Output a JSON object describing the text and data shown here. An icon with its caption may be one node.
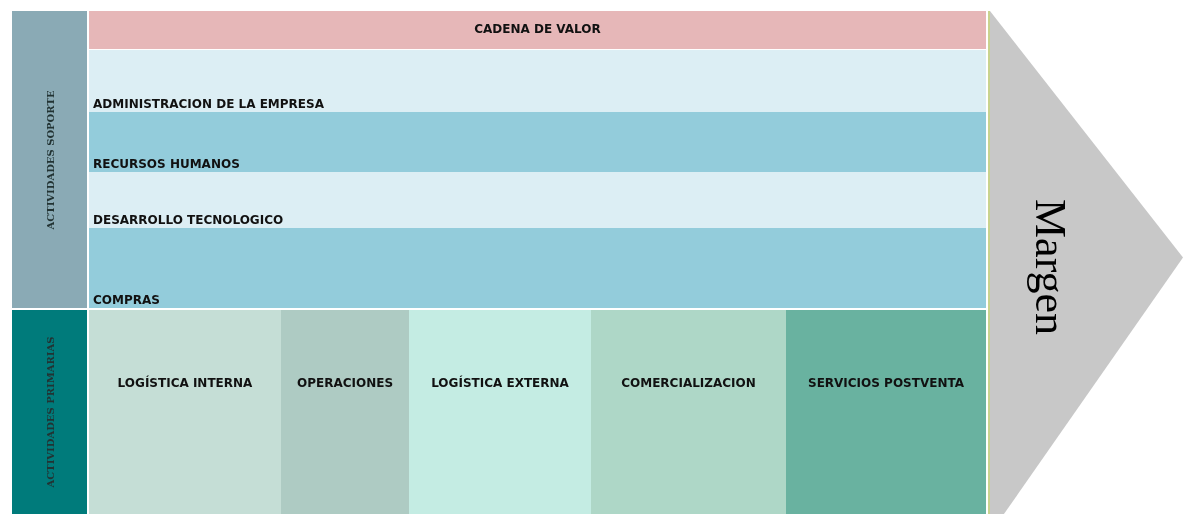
{
  "diagram": {
    "nodes": [
      {
        "text": [
          "ACTIVIDADES SOPORTE"
        ]
      },
      {
        "text": [
          "CADENA DE VALOR"
        ]
      },
      {
        "text": [
          "ADMINISTRACION DE LA EMPRESA"
        ]
      },
      {
        "text": [
          "RECURSOS HUMANOS"
        ]
      },
      {
        "text": [
          "DESARROLLO TECNOLOGICO"
        ]
      },
      {
        "text": [
          "COMPRAS"
        ]
      },
      {
        "text": [
          "ACTIVIDADES PRIMARIAS"
        ]
      },
      {
        "text": [
          "LOGÍSTICA INTERNA"
        ]
      },
      {
        "text": [
          "OPERACIONES"
        ]
      },
      {
        "text": [
          "LOGÍSTICA EXTERNA"
        ]
      },
      {
        "text": [
          "COMERCIALIZACION"
        ]
      },
      {
        "text": [
          "SERVICIOS POSTVENTA"
        ]
      },
      {
        "text": [
          "Margen"
        ]
      }
    ]
  }
}
